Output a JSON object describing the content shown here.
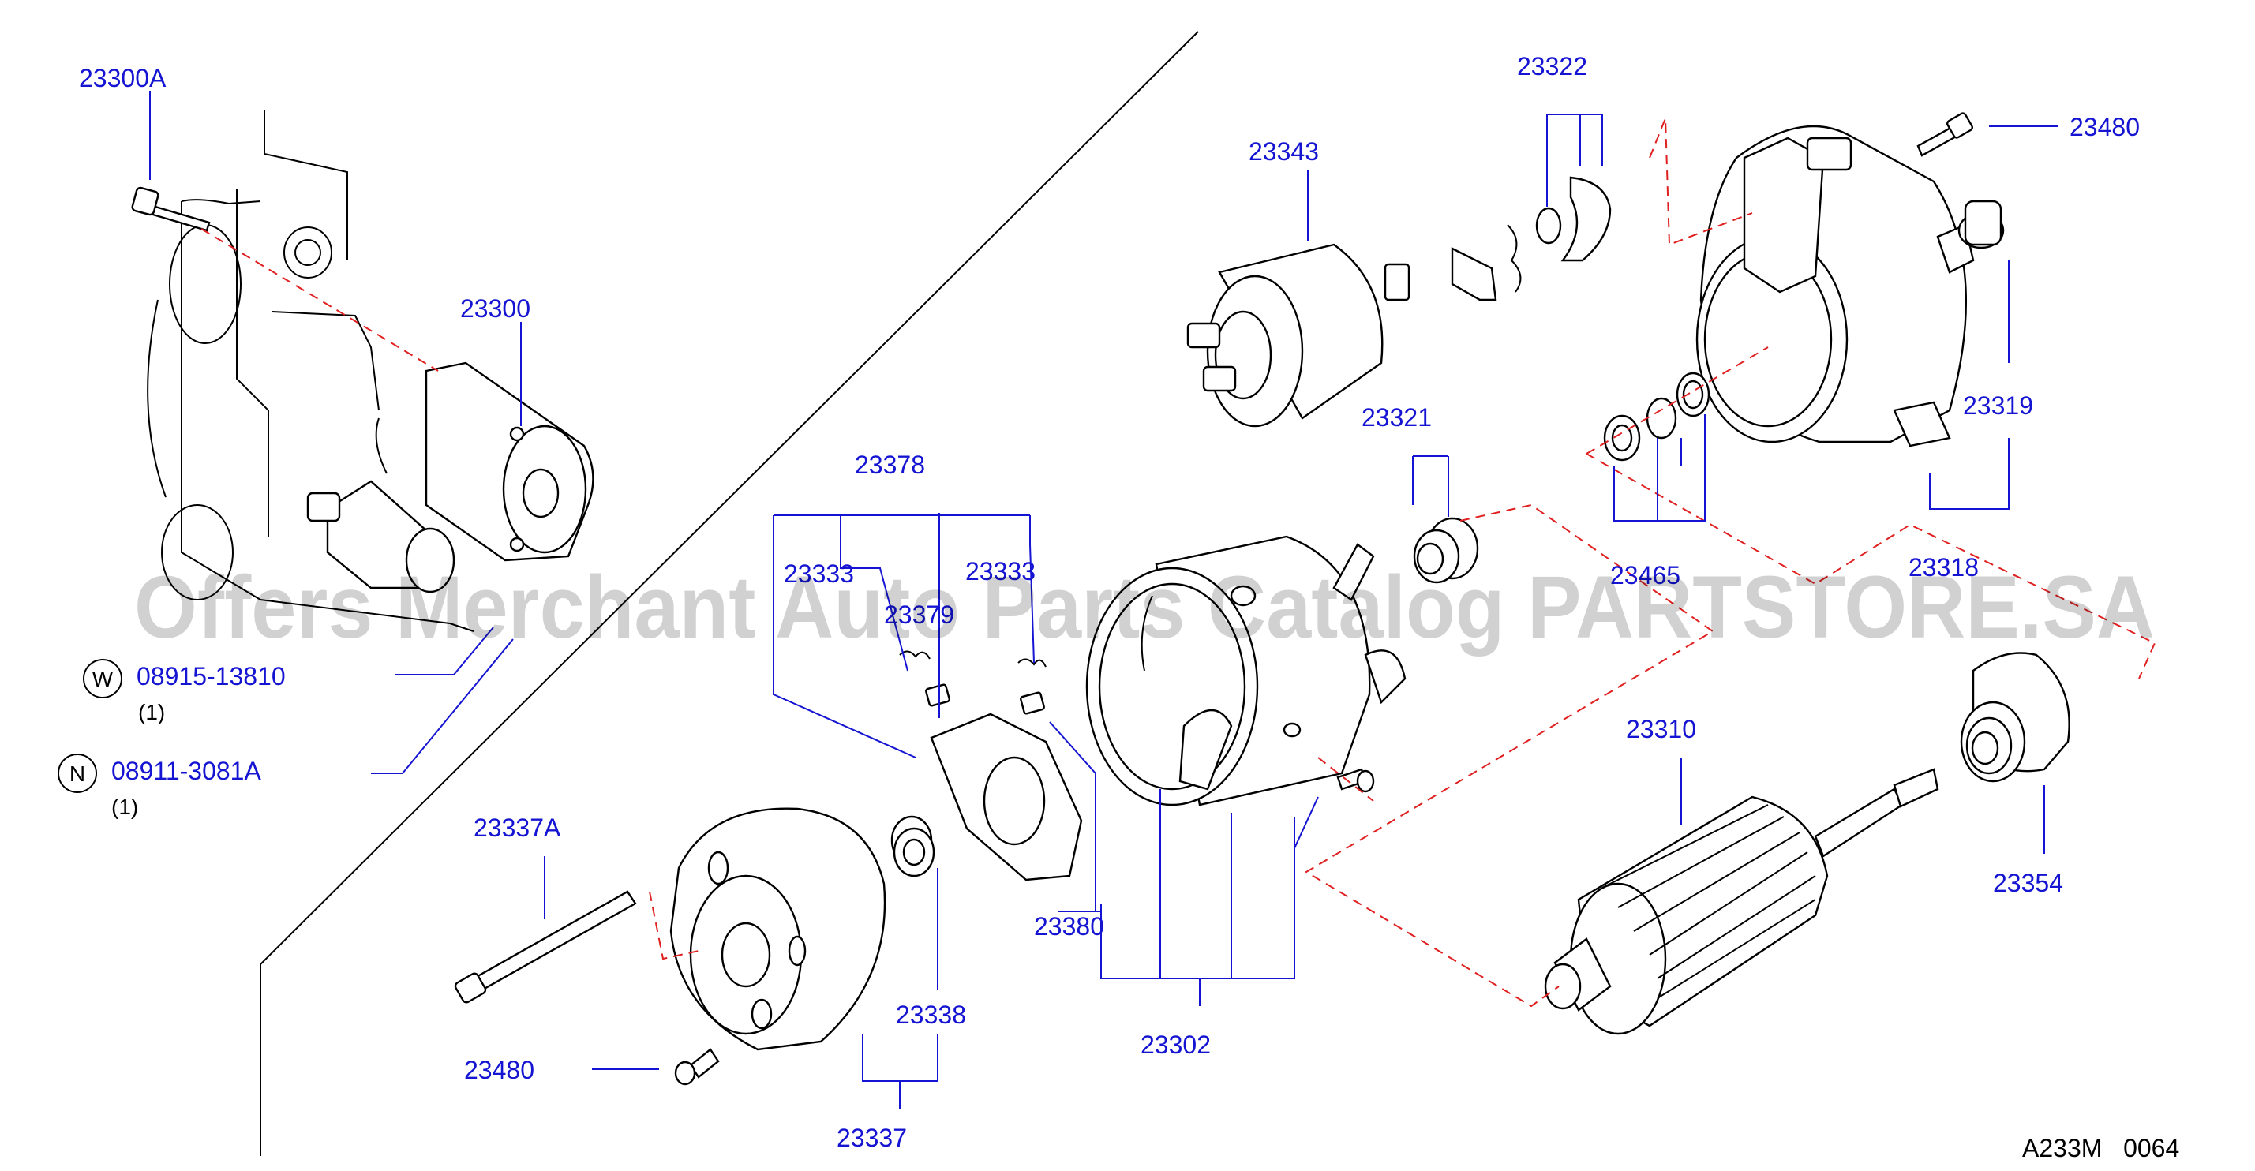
{
  "labels": {
    "p23300A": "23300A",
    "p23300": "23300",
    "p23378": "23378",
    "p23333a": "23333",
    "p23333b": "23333",
    "p23379": "23379",
    "p23343": "23343",
    "p23322": "23322",
    "p23480a": "23480",
    "p23321": "23321",
    "p23319": "23319",
    "p23465": "23465",
    "p23318": "23318",
    "p23310": "23310",
    "p23354": "23354",
    "p23337A": "23337A",
    "p23380": "23380",
    "p23338": "23338",
    "p23302": "23302",
    "p23480b": "23480",
    "p23337": "23337"
  },
  "hardware": [
    {
      "symbol": "W",
      "part": "08915-13810",
      "qty": "(1)"
    },
    {
      "symbol": "N",
      "part": "08911-3081A",
      "qty": "(1)"
    }
  ],
  "reference": "A233M   0064",
  "watermark": "Offers Merchant Auto Parts Catalog PARTSTORE.SA"
}
